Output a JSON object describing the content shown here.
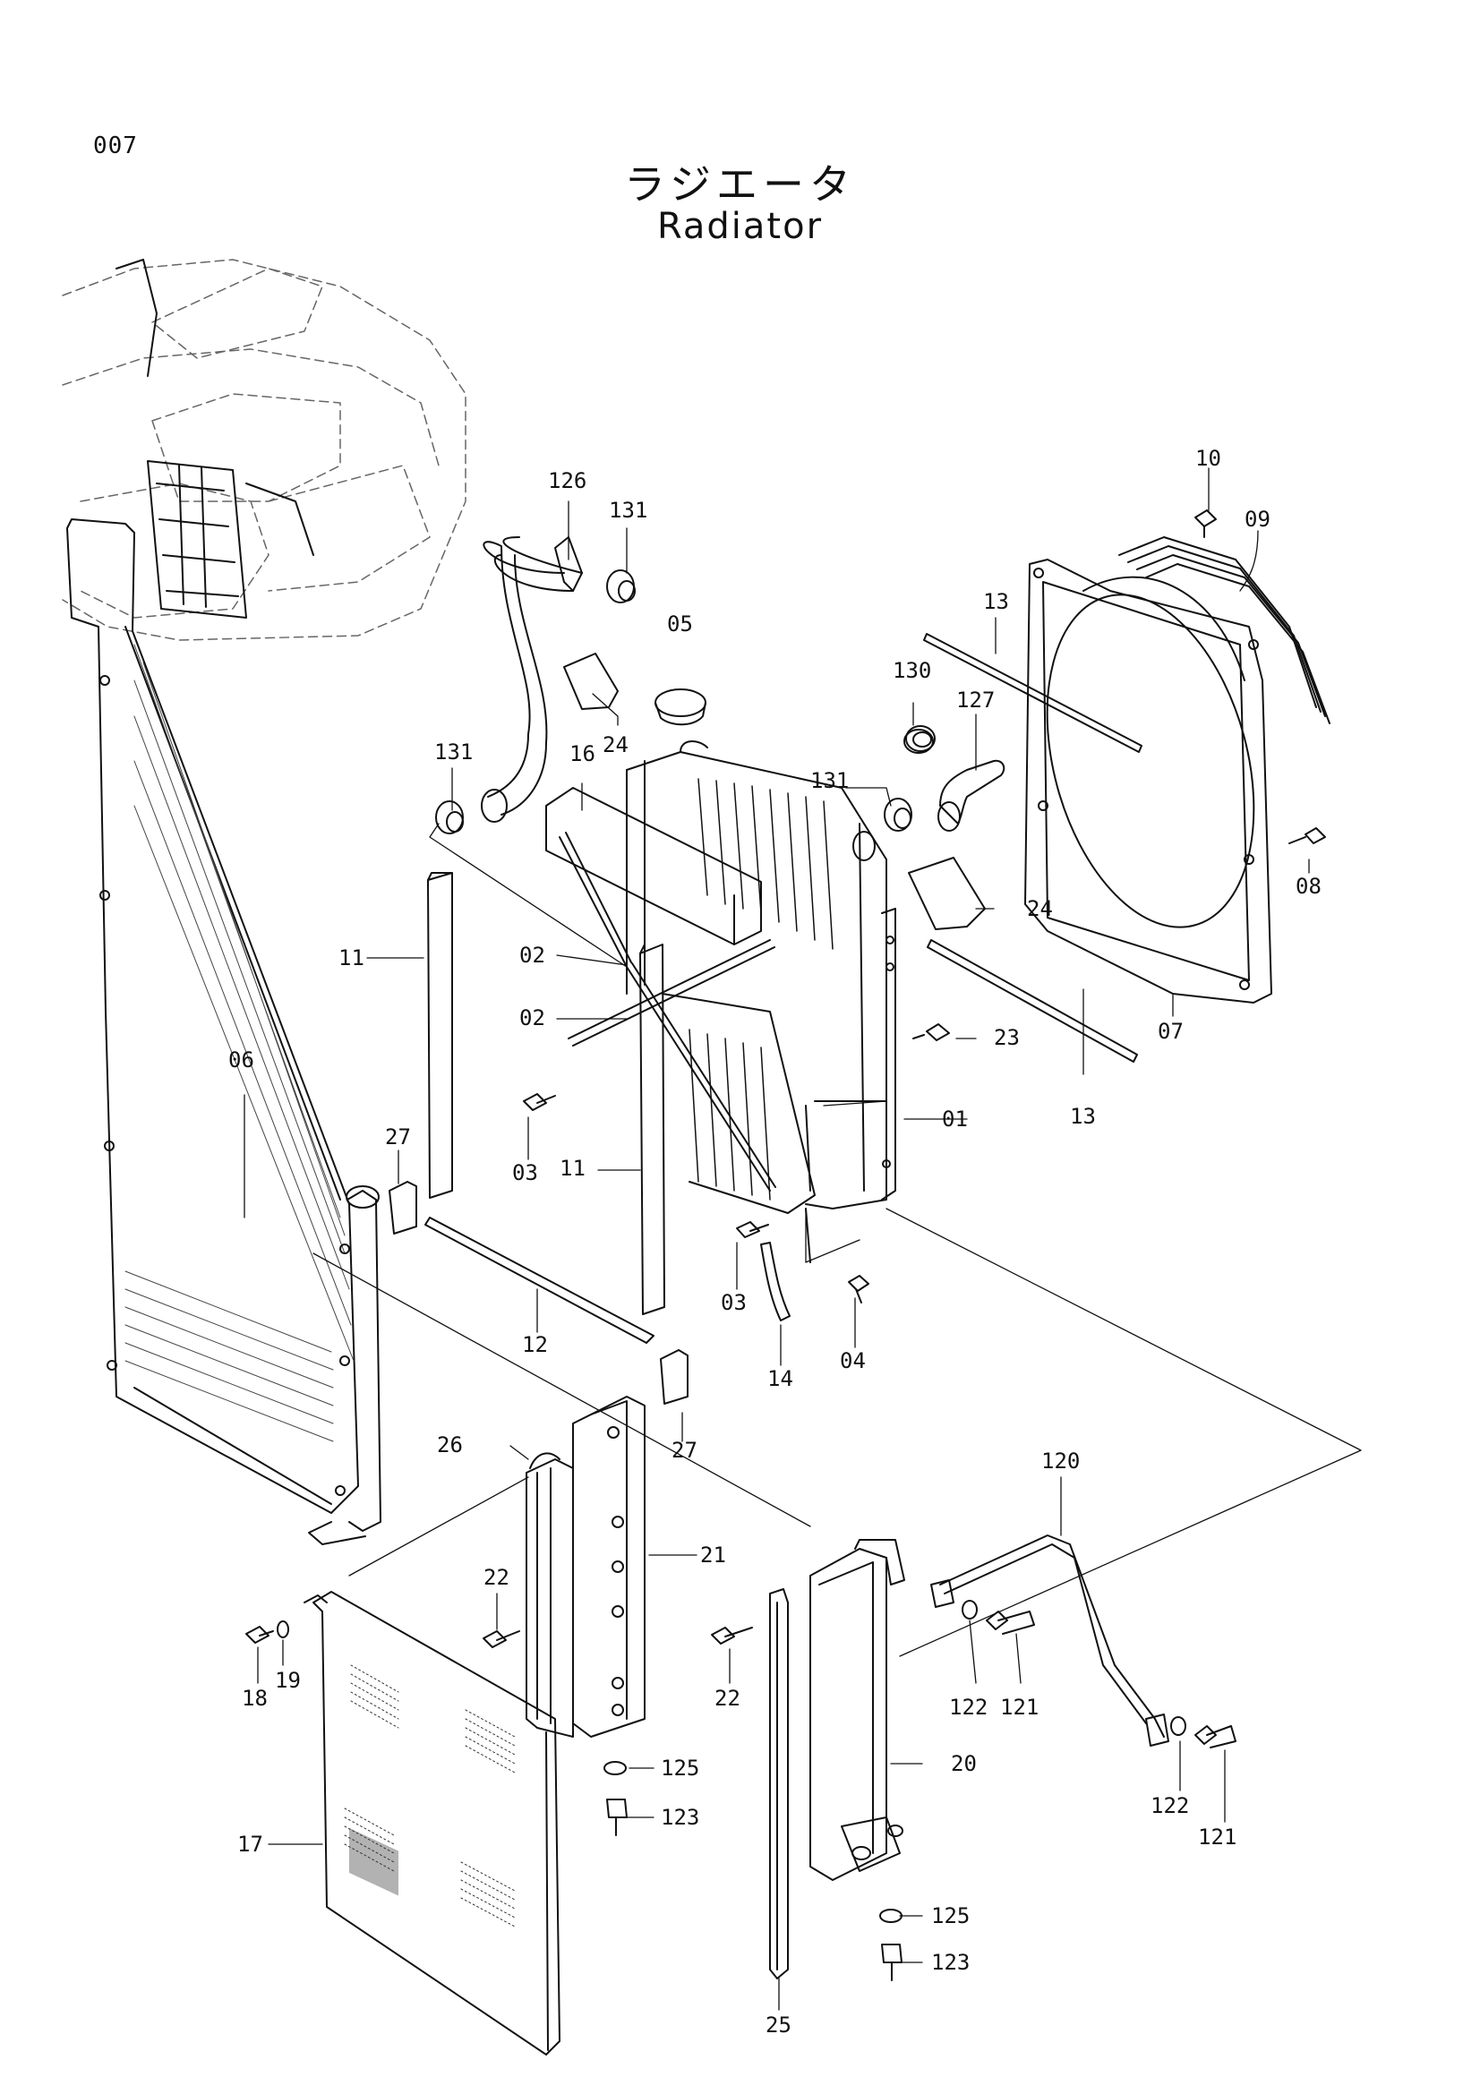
{
  "page_number": "007",
  "title_jp": "ラジエータ",
  "title_en": "Radiator",
  "callouts": {
    "c01": "01",
    "c02a": "02",
    "c02b": "02",
    "c03a": "03",
    "c03b": "03",
    "c04": "04",
    "c05": "05",
    "c06": "06",
    "c07": "07",
    "c08": "08",
    "c09": "09",
    "c10": "10",
    "c11a": "11",
    "c11b": "11",
    "c12": "12",
    "c13a": "13",
    "c13b": "13",
    "c14": "14",
    "c16": "16",
    "c17": "17",
    "c18": "18",
    "c19": "19",
    "c20": "20",
    "c21": "21",
    "c22a": "22",
    "c22b": "22",
    "c23": "23",
    "c24a": "24",
    "c24b": "24",
    "c25": "25",
    "c26": "26",
    "c27a": "27",
    "c27b": "27",
    "c120": "120",
    "c121a": "121",
    "c121b": "121",
    "c122a": "122",
    "c122b": "122",
    "c123a": "123",
    "c123b": "123",
    "c125a": "125",
    "c125b": "125",
    "c126": "126",
    "c127": "127",
    "c130": "130",
    "c131a": "131",
    "c131b": "131",
    "c131c": "131"
  }
}
